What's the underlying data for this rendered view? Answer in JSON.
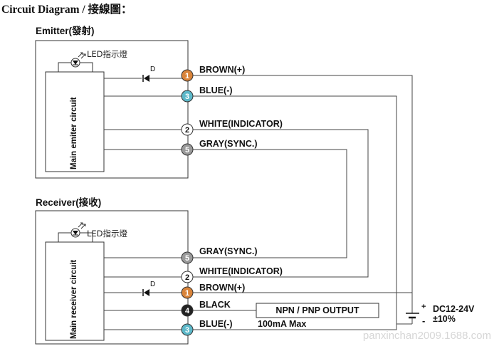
{
  "header": {
    "title": "Circuit Diagram / 接線圖："
  },
  "emitter": {
    "title": "Emitter(發射)",
    "circuit_label": "Main emiter circuit",
    "led_label": "LED指示燈",
    "diode_label": "D",
    "pins": [
      {
        "num": "1",
        "label": "BROWN(+)",
        "color": "#d9843a",
        "text_color": "#ffffff"
      },
      {
        "num": "3",
        "label": "BLUE(-)",
        "color": "#5cb8c9",
        "text_color": "#ffffff"
      },
      {
        "num": "2",
        "label": "WHITE(INDICATOR)",
        "color": "#ffffff",
        "text_color": "#111111"
      },
      {
        "num": "5",
        "label": "GRAY(SYNC.)",
        "color": "#9a9a9a",
        "text_color": "#ffffff"
      }
    ]
  },
  "receiver": {
    "title": "Receiver(接收)",
    "circuit_label": "Main receiver circuit",
    "led_label": "LED指示燈",
    "diode_label": "D",
    "pins": [
      {
        "num": "5",
        "label": "GRAY(SYNC.)",
        "color": "#9a9a9a",
        "text_color": "#ffffff"
      },
      {
        "num": "2",
        "label": "WHITE(INDICATOR)",
        "color": "#ffffff",
        "text_color": "#111111"
      },
      {
        "num": "1",
        "label": "BROWN(+)",
        "color": "#d9843a",
        "text_color": "#ffffff"
      },
      {
        "num": "4",
        "label": "BLACK",
        "color": "#222222",
        "text_color": "#ffffff"
      },
      {
        "num": "3",
        "label": "BLUE(-)",
        "color": "#5cb8c9",
        "text_color": "#ffffff"
      }
    ]
  },
  "output": {
    "label": "NPN / PNP OUTPUT",
    "max_current": "100mA Max"
  },
  "power": {
    "plus": "+",
    "minus": "-",
    "voltage": "DC12-24V",
    "tolerance": "±10%"
  },
  "watermark": "panxinchan2009.1688.com"
}
